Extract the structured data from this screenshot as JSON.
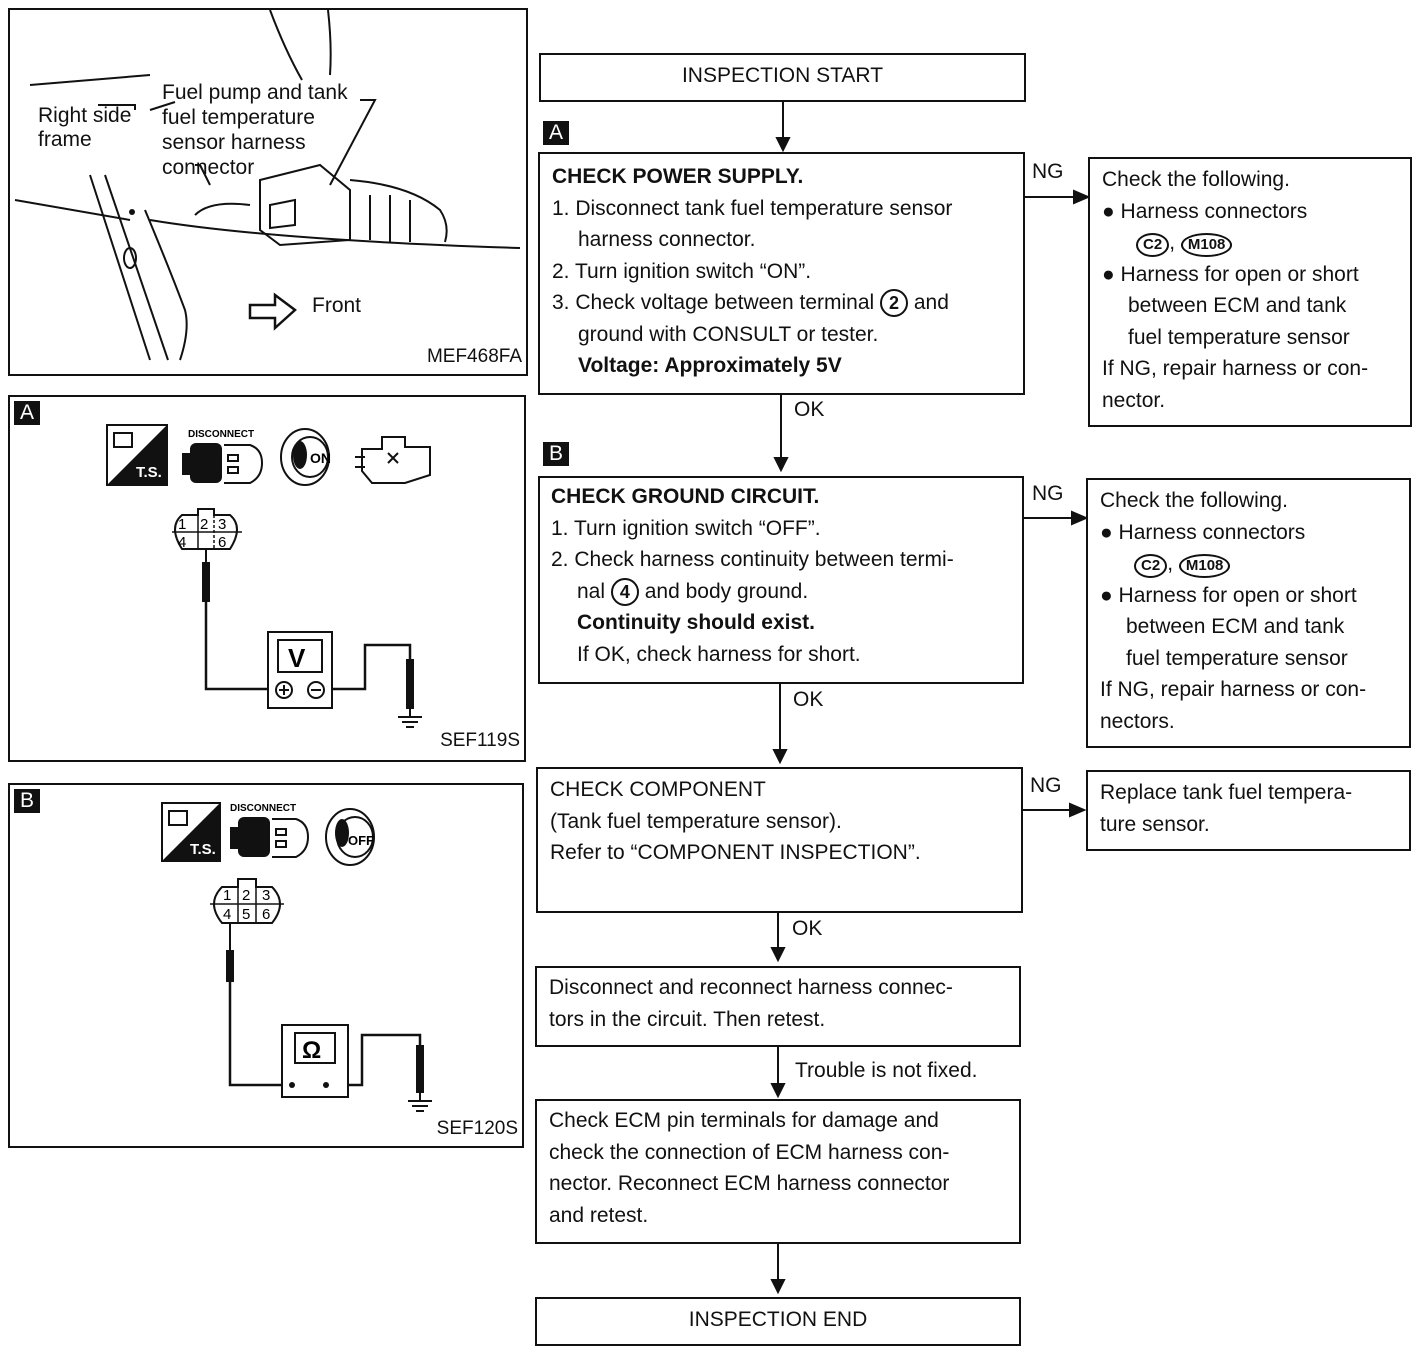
{
  "figures": {
    "top": {
      "code": "MEF468FA",
      "label_right_side": [
        "Right side",
        "frame"
      ],
      "label_connector": [
        "Fuel pump and tank",
        "fuel temperature",
        "sensor harness",
        "connector"
      ],
      "label_front": "Front"
    },
    "a": {
      "tag": "A",
      "code": "SEF119S",
      "icon_ts": "T.S.",
      "icon_disconnect": "DISCONNECT",
      "icon_key": "ON",
      "pins": [
        "1",
        "2",
        "3",
        "4",
        "6"
      ],
      "meter": "V"
    },
    "b": {
      "tag": "B",
      "code": "SEF120S",
      "icon_ts": "T.S.",
      "icon_disconnect": "DISCONNECT",
      "icon_key": "OFF",
      "pins": [
        "1",
        "2",
        "3",
        "4",
        "5",
        "6"
      ],
      "meter": "Ω"
    }
  },
  "flow": {
    "start": "INSPECTION START",
    "tag_a": "A",
    "tag_b": "B",
    "step_a": {
      "title": "CHECK POWER SUPPLY.",
      "l1": "1. Disconnect tank fuel temperature sensor",
      "l1b": "harness connector.",
      "l2": "2. Turn ignition switch “ON”.",
      "l3a": "3. Check voltage between terminal",
      "l3_terminal": "2",
      "l3b": "and",
      "l3c": "ground with CONSULT or tester.",
      "spec": "Voltage: Approximately 5V"
    },
    "step_b": {
      "title": "CHECK GROUND CIRCUIT.",
      "l1": "1. Turn ignition switch “OFF”.",
      "l2": "2. Check harness continuity between termi-",
      "l2b_a": "nal",
      "l2b_terminal": "4",
      "l2b_b": "and body ground.",
      "spec": "Continuity should exist.",
      "note": "If OK, check harness for short."
    },
    "step_c": {
      "l1": "CHECK COMPONENT",
      "l2": "(Tank fuel temperature sensor).",
      "l3": "Refer to “COMPONENT INSPECTION”."
    },
    "step_d": {
      "l1": "Disconnect and reconnect harness connec-",
      "l2": "tors in the circuit. Then retest."
    },
    "step_e": {
      "l1": "Check ECM pin terminals for damage and",
      "l2": "check the connection of ECM harness con-",
      "l3": "nector. Reconnect ECM harness connector",
      "l4": "and retest."
    },
    "end": "INSPECTION END",
    "ng": "NG",
    "ok": "OK",
    "trouble": "Trouble is not fixed.",
    "ng_a": {
      "l1": "Check the following.",
      "b1": "Harness connectors",
      "c1": "C2",
      "sep": ",",
      "c2": "M108",
      "b2a": "Harness for open or short",
      "b2b": "between ECM and tank",
      "b2c": "fuel temperature sensor",
      "l3": "If NG, repair harness or con-",
      "l4": "nector."
    },
    "ng_b": {
      "l1": "Check the following.",
      "b1": "Harness connectors",
      "c1": "C2",
      "sep": ",",
      "c2": "M108",
      "b2a": "Harness for open or short",
      "b2b": "between ECM and tank",
      "b2c": "fuel temperature sensor",
      "l3": "If NG, repair harness or con-",
      "l4": "nectors."
    },
    "ng_c": {
      "l1": "Replace tank fuel tempera-",
      "l2": "ture sensor."
    }
  }
}
